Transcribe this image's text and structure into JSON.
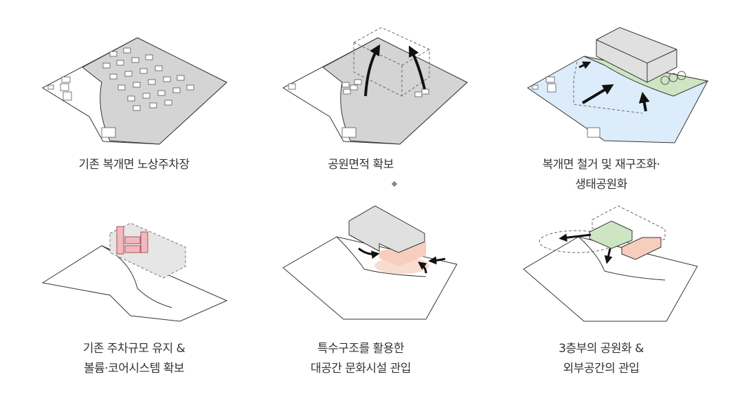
{
  "panels": [
    {
      "caption": [
        "기존 복개면 노상주차장"
      ]
    },
    {
      "caption": [
        "공원면적 확보"
      ]
    },
    {
      "caption": [
        "복개면 철거 및 재구조화·",
        "생태공원화"
      ]
    },
    {
      "caption": [
        "기존 주차규모 유지 &",
        "볼륨·코어시스템 확보"
      ]
    },
    {
      "caption": [
        "특수구조를 활용한",
        "대공간 문화시설 관입"
      ]
    },
    {
      "caption": [
        "3층부의 공원화 &",
        "외부공간의 관입"
      ]
    }
  ],
  "colors": {
    "parking": "#d4d4d4",
    "water": "#dcecfa",
    "green": "#cde5c3",
    "culture": "#f7cdbd",
    "core": "#f2b8c0",
    "line": "#333333"
  }
}
